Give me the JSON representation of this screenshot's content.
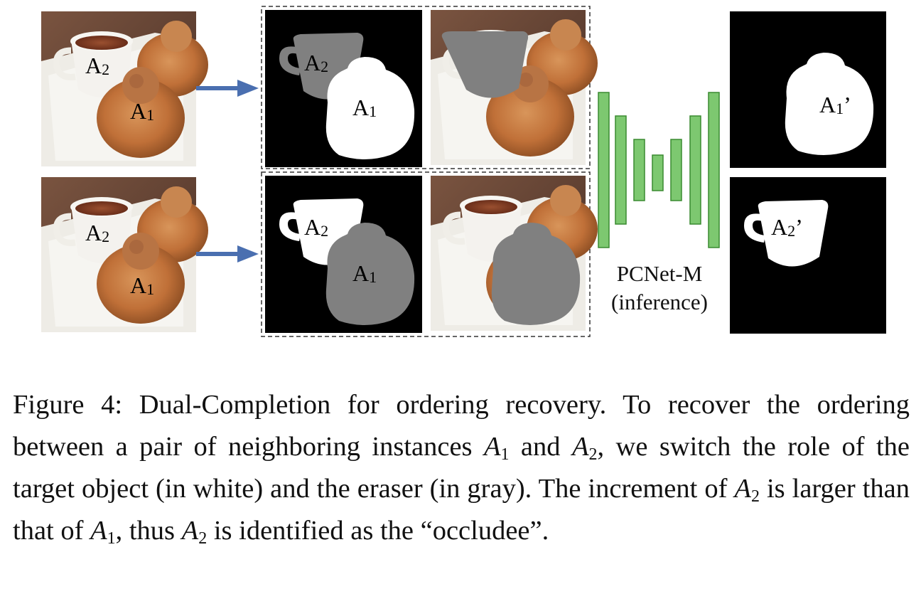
{
  "figure": {
    "labels": {
      "a1": "A",
      "a1_sub": "1",
      "a2": "A",
      "a2_sub": "2",
      "a1_out": "A",
      "a1_out_sub": "1",
      "a1_out_prime": "’",
      "a2_out": "A",
      "a2_out_sub": "2",
      "a2_out_prime": "’"
    },
    "network_name": "PCNet-M",
    "network_mode": "(inference)",
    "colors": {
      "photo_bg": "#6a4a3a",
      "mask_bg": "#000000",
      "target": "#ffffff",
      "eraser": "#808080",
      "arrow": "#4a6fb0",
      "net_fill": "#7dc870",
      "net_stroke": "#3a8a30"
    }
  },
  "caption": {
    "figure_number": "Figure 4:",
    "title": "Dual-Completion for ordering recovery.",
    "text_1": "To recover the ordering between a pair of neighboring instances",
    "var_a": "A",
    "sub_1": "1",
    "sub_2": "2",
    "and": "and",
    "text_2": ", we switch the role of the target object (in white) and the eraser (in gray). The increment of",
    "text_3": "is larger than that of",
    "text_4": ", thus",
    "text_5": "is identified as the “occludee”."
  }
}
